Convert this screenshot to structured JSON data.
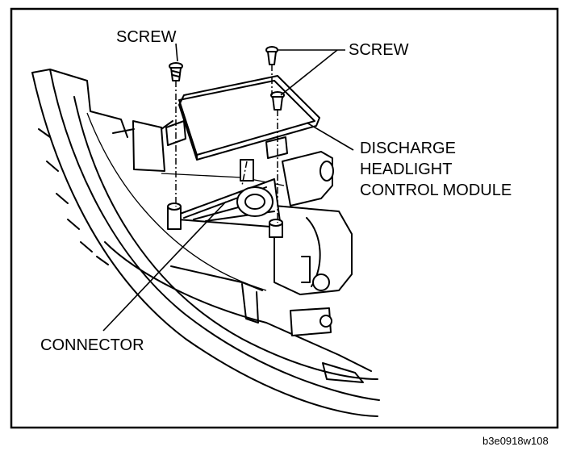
{
  "labels": {
    "screw_left": "SCREW",
    "screw_right": "SCREW",
    "module_line1": "DISCHARGE",
    "module_line2": "HEADLIGHT",
    "module_line3": "CONTROL MODULE",
    "connector": "CONNECTOR"
  },
  "figure_code": "b3e0918w108"
}
